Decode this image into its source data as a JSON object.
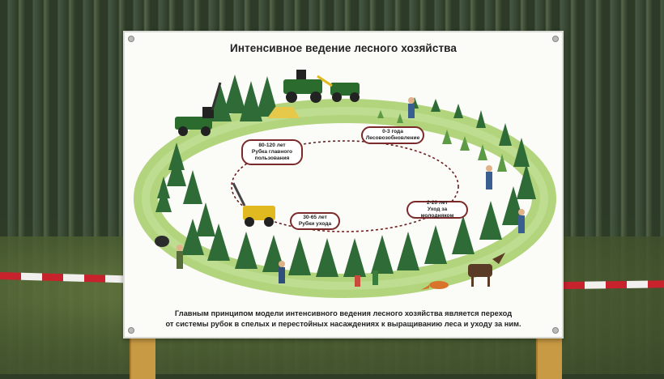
{
  "sign": {
    "title": "Интенсивное ведение лесного хозяйства",
    "caption_line1": "Главным принципом модели интенсивного ведения лесного хозяйства является переход",
    "caption_line2": "от системы рубок в спелых и перестойных насаждениях к выращиванию леса и уходу за ним."
  },
  "stages": [
    {
      "years": "0-3 года",
      "name": "Лесовозобновление"
    },
    {
      "years": "2-20 лет",
      "name": "Уход за молодняком"
    },
    {
      "years": "30-65 лет",
      "name": "Рубки ухода"
    },
    {
      "years": "80-120 лет",
      "name": "Рубка главного пользования"
    }
  ],
  "colors": {
    "ring_green": "#a9cf6e",
    "tree_green": "#2f6b36",
    "cycle_line": "#6b1f1f",
    "tape_red": "#c8222c",
    "board": "#fbfbf8"
  }
}
